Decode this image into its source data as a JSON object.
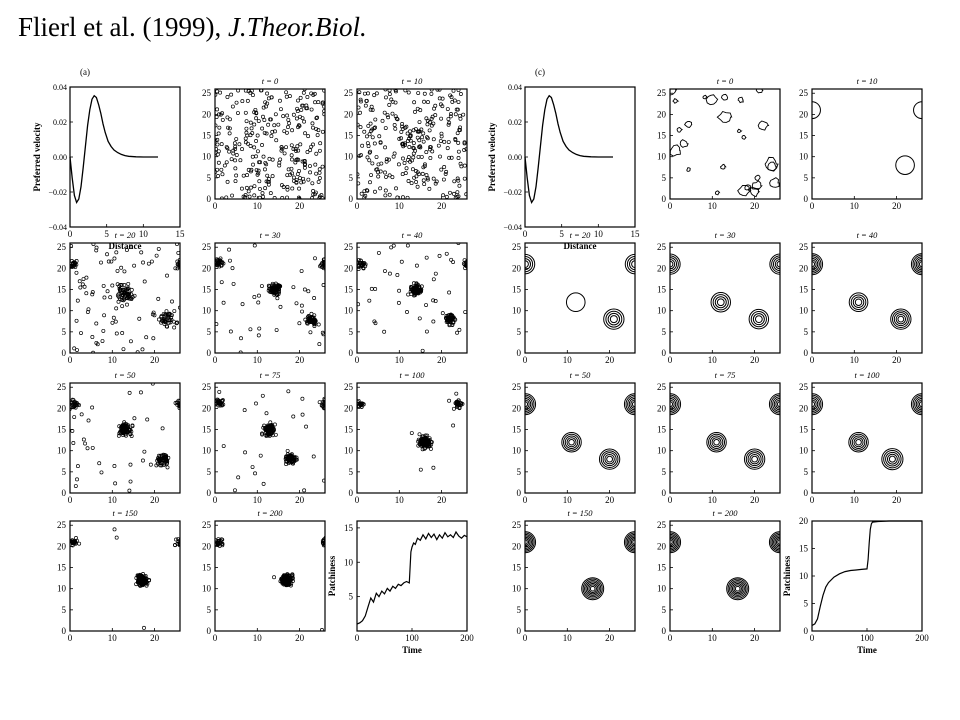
{
  "slide": {
    "title_prefix": "Flierl et al. (1999), ",
    "title_journal": "J.Theor.Biol."
  },
  "panels": [
    {
      "id": "a",
      "label": "(a)",
      "kind": "velocity",
      "ylabel": "Preferred velocity",
      "xlabel": "Distance",
      "xticks": [
        "0",
        "5",
        "10",
        "15"
      ],
      "yticks": [
        "0.04",
        "0.02",
        "0.00",
        "−0.02",
        "−0.04"
      ]
    },
    {
      "id": "a1",
      "title": "t = 0",
      "kind": "scatter",
      "stage": 0
    },
    {
      "id": "a2",
      "title": "t = 10",
      "kind": "scatter",
      "stage": 1
    },
    {
      "id": "a3",
      "title": "t = 20",
      "kind": "scatter",
      "stage": 2
    },
    {
      "id": "a4",
      "title": "t = 30",
      "kind": "scatter",
      "stage": 3
    },
    {
      "id": "a5",
      "title": "t = 40",
      "kind": "scatter",
      "stage": 4
    },
    {
      "id": "a6",
      "title": "t = 50",
      "kind": "scatter",
      "stage": 5
    },
    {
      "id": "a7",
      "title": "t = 75",
      "kind": "scatter",
      "stage": 6
    },
    {
      "id": "a8",
      "title": "t = 100",
      "kind": "scatter",
      "stage": 7
    },
    {
      "id": "a9",
      "title": "t = 150",
      "kind": "scatter",
      "stage": 8
    },
    {
      "id": "a10",
      "title": "t = 200",
      "kind": "scatter",
      "stage": 9
    },
    {
      "id": "a11",
      "kind": "patchiness",
      "series": "discrete",
      "ylabel": "Patchiness",
      "xlabel": "Time",
      "xticks": [
        "0",
        "100",
        "200"
      ],
      "yticks": [
        "5",
        "10",
        "15"
      ]
    },
    {
      "id": "c",
      "label": "(c)",
      "kind": "velocity",
      "ylabel": "Preferred velocity",
      "xlabel": "Distance",
      "xticks": [
        "0",
        "5",
        "10",
        "15"
      ],
      "yticks": [
        "0.04",
        "0.02",
        "0.00",
        "−0.02",
        "−0.04"
      ]
    },
    {
      "id": "c1",
      "title": "t = 0",
      "kind": "contour",
      "stage": 0
    },
    {
      "id": "c2",
      "title": "t = 10",
      "kind": "contour",
      "stage": 1
    },
    {
      "id": "c3",
      "title": "t = 20",
      "kind": "contour",
      "stage": 2
    },
    {
      "id": "c4",
      "title": "t = 30",
      "kind": "contour",
      "stage": 3
    },
    {
      "id": "c5",
      "title": "t = 40",
      "kind": "contour",
      "stage": 4
    },
    {
      "id": "c6",
      "title": "t = 50",
      "kind": "contour",
      "stage": 5
    },
    {
      "id": "c7",
      "title": "t = 75",
      "kind": "contour",
      "stage": 6
    },
    {
      "id": "c8",
      "title": "t = 100",
      "kind": "contour",
      "stage": 7
    },
    {
      "id": "c9",
      "title": "t = 150",
      "kind": "contour",
      "stage": 8
    },
    {
      "id": "c10",
      "title": "t = 200",
      "kind": "contour",
      "stage": 9
    },
    {
      "id": "c11",
      "kind": "patchiness",
      "series": "continuous",
      "ylabel": "Patchiness",
      "xlabel": "Time",
      "xticks": [
        "0",
        "100",
        "200"
      ],
      "yticks": [
        "0",
        "5",
        "10",
        "15",
        "20"
      ]
    }
  ],
  "grid_axis": {
    "xticks": [
      "0",
      "10",
      "20"
    ],
    "yticks": [
      "0",
      "5",
      "10",
      "15",
      "20",
      "25"
    ]
  },
  "chart_data": [
    {
      "type": "line",
      "label": "(a)",
      "xlabel": "Distance",
      "ylabel": "Preferred velocity",
      "xlim": [
        0,
        15
      ],
      "ylim": [
        -0.04,
        0.04
      ],
      "x": [
        0,
        0.3,
        0.6,
        0.9,
        1.2,
        1.5,
        1.8,
        2.1,
        2.4,
        2.7,
        3.0,
        3.3,
        3.6,
        3.9,
        4.2,
        4.5,
        4.8,
        5.2,
        5.6,
        6,
        6.5,
        7,
        7.5,
        8,
        9,
        10,
        11,
        12
      ],
      "y": [
        0,
        -0.012,
        -0.022,
        -0.026,
        -0.024,
        -0.017,
        -0.006,
        0.006,
        0.018,
        0.027,
        0.033,
        0.035,
        0.034,
        0.03,
        0.025,
        0.019,
        0.014,
        0.009,
        0.006,
        0.004,
        0.0025,
        0.0015,
        0.0008,
        0.0004,
        0.0001,
        0,
        0,
        0
      ]
    },
    {
      "type": "line",
      "label": "(c)",
      "xlabel": "Distance",
      "ylabel": "Preferred velocity",
      "xlim": [
        0,
        15
      ],
      "ylim": [
        -0.04,
        0.04
      ],
      "x": [
        0,
        0.3,
        0.6,
        0.9,
        1.2,
        1.5,
        1.8,
        2.1,
        2.4,
        2.7,
        3.0,
        3.3,
        3.6,
        3.9,
        4.2,
        4.5,
        4.8,
        5.2,
        5.6,
        6,
        6.5,
        7,
        7.5,
        8,
        9,
        10,
        11,
        12
      ],
      "y": [
        0,
        -0.012,
        -0.022,
        -0.026,
        -0.024,
        -0.017,
        -0.006,
        0.006,
        0.018,
        0.027,
        0.033,
        0.035,
        0.034,
        0.03,
        0.025,
        0.019,
        0.014,
        0.009,
        0.006,
        0.004,
        0.0025,
        0.0015,
        0.0008,
        0.0004,
        0.0001,
        0,
        0,
        0
      ]
    },
    {
      "type": "line",
      "series_key": "discrete",
      "xlabel": "Time",
      "ylabel": "Patchiness",
      "xlim": [
        0,
        200
      ],
      "ylim": [
        0,
        16
      ],
      "x": [
        0,
        5,
        10,
        15,
        20,
        25,
        30,
        35,
        40,
        45,
        50,
        55,
        60,
        65,
        70,
        75,
        80,
        85,
        90,
        95,
        98,
        100,
        103,
        106,
        110,
        115,
        120,
        125,
        130,
        135,
        140,
        145,
        150,
        155,
        160,
        165,
        170,
        175,
        180,
        185,
        190,
        195,
        200
      ],
      "y": [
        1,
        1.2,
        1.5,
        2.2,
        3.5,
        4.8,
        4.2,
        5.5,
        5.0,
        5.8,
        5.4,
        6.2,
        5.8,
        6.5,
        6.2,
        6.8,
        6.6,
        7.0,
        7.2,
        7.0,
        11.5,
        12.2,
        12.8,
        12.6,
        13.5,
        13.2,
        14.0,
        13.4,
        14.2,
        13.6,
        14.1,
        13.3,
        14.0,
        13.5,
        14.3,
        13.7,
        14.0,
        13.6,
        14.4,
        13.8,
        13.5,
        13.9,
        13.7
      ]
    },
    {
      "type": "line",
      "series_key": "continuous",
      "xlabel": "Time",
      "ylabel": "Patchiness",
      "xlim": [
        0,
        200
      ],
      "ylim": [
        0,
        20
      ],
      "x": [
        0,
        5,
        10,
        15,
        20,
        25,
        30,
        40,
        50,
        60,
        70,
        80,
        90,
        100,
        102,
        104,
        106,
        108,
        110,
        120,
        140,
        160,
        180,
        200
      ],
      "y": [
        1,
        1.3,
        2.2,
        4.5,
        6.5,
        8.0,
        8.8,
        9.8,
        10.4,
        10.8,
        11.0,
        11.1,
        11.2,
        11.3,
        13,
        16,
        18.5,
        19.5,
        19.8,
        19.9,
        20,
        20,
        20,
        20
      ]
    }
  ]
}
